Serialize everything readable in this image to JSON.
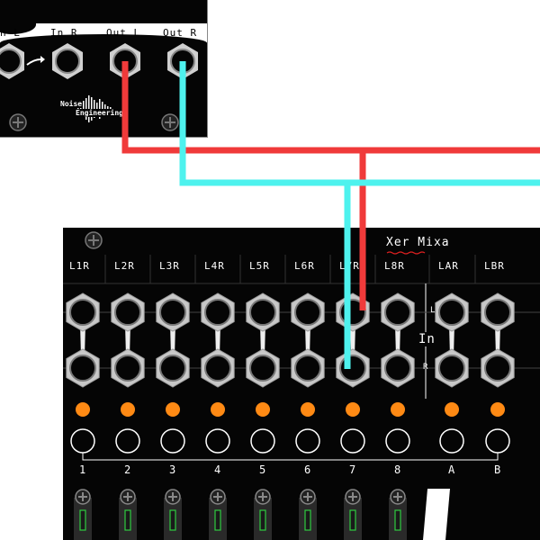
{
  "top_module": {
    "labels": [
      "n L",
      "In R",
      "Out L",
      "Out R"
    ],
    "logo_line1": "Noise",
    "logo_line2": "Engineering"
  },
  "mixer": {
    "title": "Xer Mixa",
    "channels": [
      {
        "label": "L1R",
        "number": "1"
      },
      {
        "label": "L2R",
        "number": "2"
      },
      {
        "label": "L3R",
        "number": "3"
      },
      {
        "label": "L4R",
        "number": "4"
      },
      {
        "label": "L5R",
        "number": "5"
      },
      {
        "label": "L6R",
        "number": "6"
      },
      {
        "label": "L7R",
        "number": "7"
      },
      {
        "label": "L8R",
        "number": "8"
      },
      {
        "label": "LAR",
        "number": "A"
      },
      {
        "label": "LBR",
        "number": "B"
      }
    ],
    "in_label": "In",
    "in_l": "L",
    "in_r": "R"
  },
  "colors": {
    "cable_red": "#f03a3a",
    "cable_cyan": "#4ef2ee",
    "led_orange": "#ff8a14",
    "panel": "#050505",
    "jack_metal": "#c8c8c8"
  }
}
